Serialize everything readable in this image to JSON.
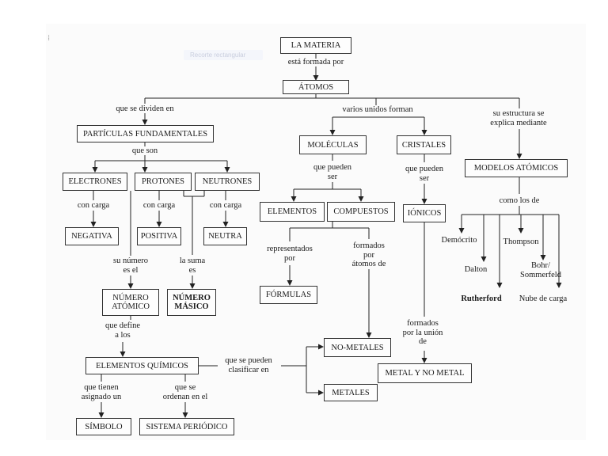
{
  "overlay": {
    "drag_handle": "⁞",
    "tooltip": "Recorte rectangular"
  },
  "nodes": {
    "materia": "LA MATERIA",
    "atomos": "ÁTOMOS",
    "particulas": "PARTÍCULAS FUNDAMENTALES",
    "electrones": "ELECTRONES",
    "protones": "PROTONES",
    "neutrones": "NEUTRONES",
    "negativa": "NEGATIVA",
    "positiva": "POSITIVA",
    "neutra": "NEUTRA",
    "numero_atomico": "NÚMERO\nATÓMICO",
    "numero_masico": "NÚMERO\nMÁSICO",
    "elementos_quimicos": "ELEMENTOS QUÍMICOS",
    "simbolo": "SÍMBOLO",
    "sistema_periodico": "SISTEMA PERIÓDICO",
    "moleculas": "MOLÉCULAS",
    "cristales": "CRISTALES",
    "elementos": "ELEMENTOS",
    "compuestos": "COMPUESTOS",
    "formulas": "FÓRMULAS",
    "ionicos": "IÓNICOS",
    "no_metales": "NO-METALES",
    "metales": "METALES",
    "metal_no_metal": "METAL Y NO METAL",
    "modelos": "MODELOS ATÓMICOS"
  },
  "links": {
    "esta_formada_por": "está formada por",
    "que_se_dividen_en": "que se dividen en",
    "varios_unidos_forman": "varios unidos forman",
    "su_estructura": "su estructura se\nexplica mediante",
    "que_son": "que son",
    "con_carga_1": "con carga",
    "con_carga_2": "con carga",
    "con_carga_3": "con carga",
    "su_numero": "su número\nes el",
    "la_suma": "la suma\nes",
    "que_define": "que define\na los",
    "que_tienen": "que tienen\nasignado un",
    "que_se_ordenan": "que se\nordenan en el",
    "que_se_pueden_clasificar": "que se pueden\nclasificar en",
    "que_pueden_ser_1": "que pueden\nser",
    "que_pueden_ser_2": "que pueden\nser",
    "representados_por": "representados\npor",
    "formados_por_atomos": "formados\npor\nátomos de",
    "formados_por_union": "formados\npor la unión\nde",
    "como_los_de": "como los de"
  },
  "models": {
    "democrito": "Demócrito",
    "dalton": "Dalton",
    "rutherford": "Rutherford",
    "thompson": "Thompson",
    "bohr": "Bohr/\nSommerfeld",
    "nube": "Nube de carga"
  }
}
